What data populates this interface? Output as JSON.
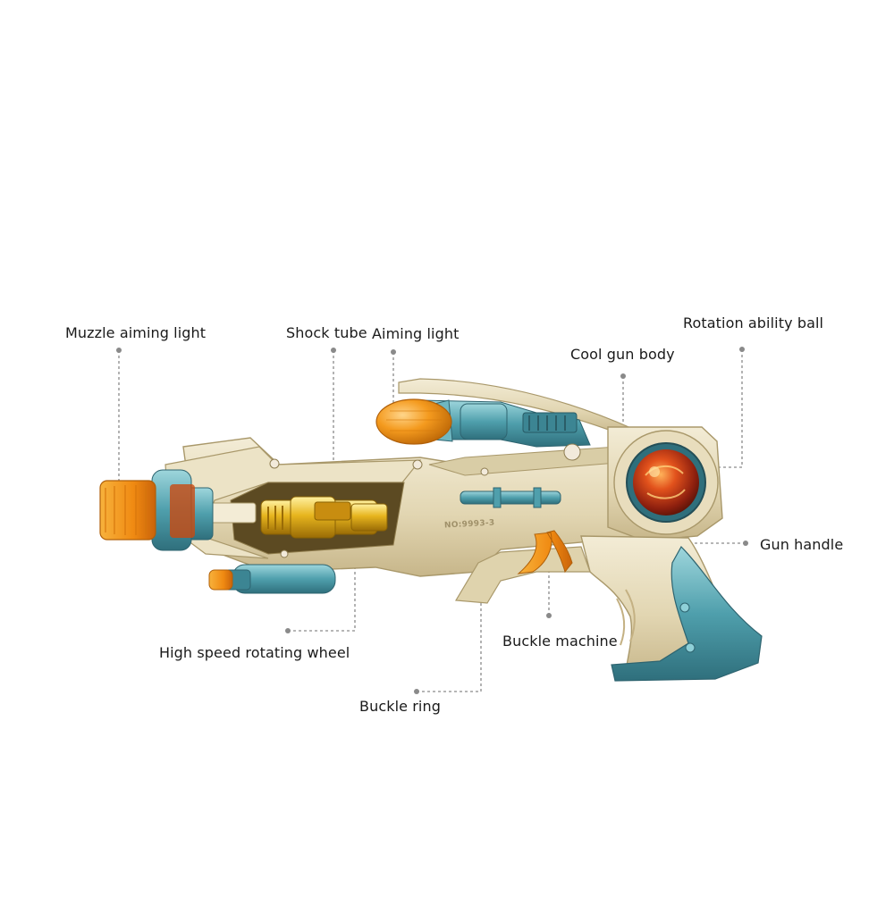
{
  "labels": {
    "muzzle_aiming_light": "Muzzle aiming light",
    "shock_tube": "Shock tube",
    "aiming_light": "Aiming light",
    "rotation_ability_ball": "Rotation ability ball",
    "cool_gun_body": "Cool gun body",
    "gun_handle": "Gun handle",
    "high_speed_rotating_wheel": "High speed rotating wheel",
    "buckle_machine": "Buckle machine",
    "buckle_ring": "Buckle ring"
  },
  "model_plate": "NO:9993-3",
  "colors": {
    "body": "#e7dcbc",
    "body_shadow": "#c9b98e",
    "teal": "#5aaab5",
    "orange": "#f29a1c",
    "gold": "#e2b31f",
    "ball_red": "#c63a1a"
  }
}
